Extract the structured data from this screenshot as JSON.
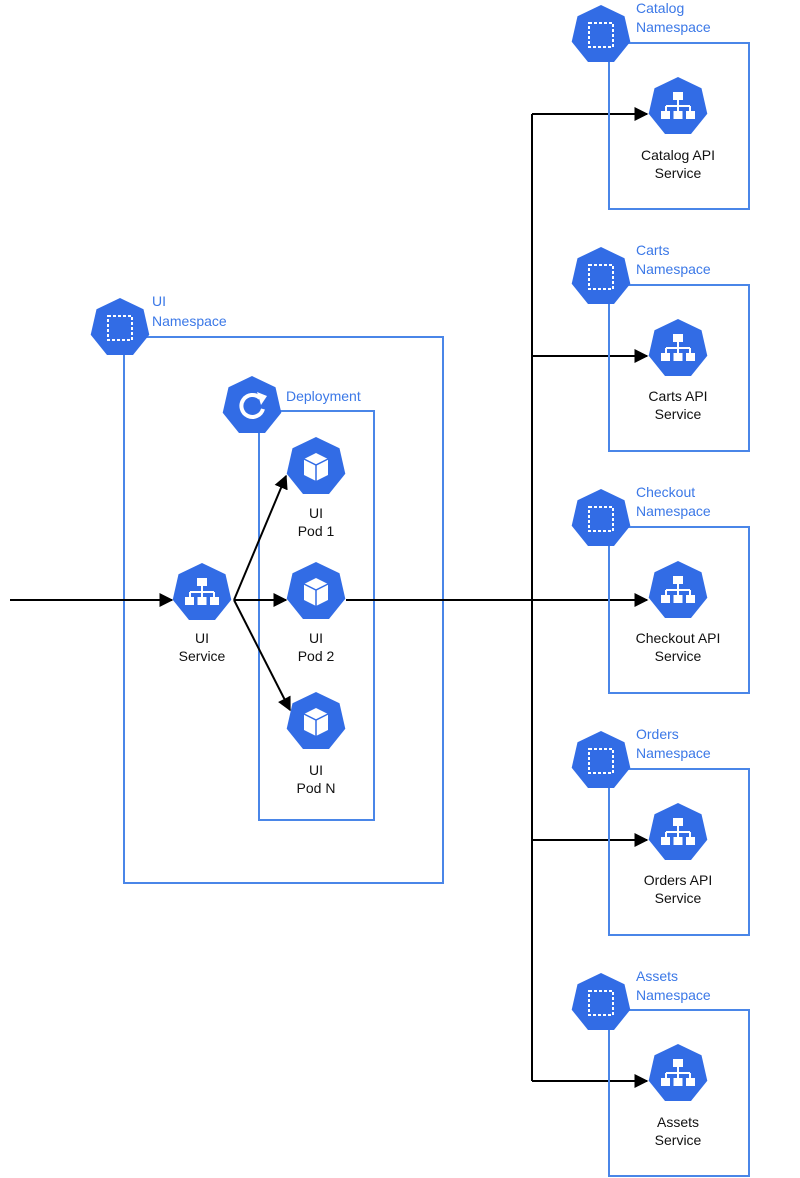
{
  "ui_namespace": {
    "label_lines": [
      "UI",
      "Namespace"
    ],
    "icon": "namespace-icon"
  },
  "deployment": {
    "label": "Deployment",
    "icon": "deployment-icon"
  },
  "ui_service": {
    "label_lines": [
      "UI",
      "Service"
    ],
    "icon": "service-icon"
  },
  "pods": [
    {
      "label_lines": [
        "UI",
        "Pod 1"
      ],
      "icon": "pod-icon"
    },
    {
      "label_lines": [
        "UI",
        "Pod 2"
      ],
      "icon": "pod-icon"
    },
    {
      "label_lines": [
        "UI",
        "Pod N"
      ],
      "icon": "pod-icon"
    }
  ],
  "backend_namespaces": [
    {
      "ns_lines": [
        "Catalog",
        "Namespace"
      ],
      "svc_lines": [
        "Catalog API",
        "Service"
      ]
    },
    {
      "ns_lines": [
        "Carts",
        "Namespace"
      ],
      "svc_lines": [
        "Carts API",
        "Service"
      ]
    },
    {
      "ns_lines": [
        "Checkout",
        "Namespace"
      ],
      "svc_lines": [
        "Checkout API",
        "Service"
      ]
    },
    {
      "ns_lines": [
        "Orders",
        "Namespace"
      ],
      "svc_lines": [
        "Orders API",
        "Service"
      ]
    },
    {
      "ns_lines": [
        "Assets",
        "Namespace"
      ],
      "svc_lines": [
        "Assets",
        "Service"
      ]
    }
  ],
  "colors": {
    "k8s_blue": "#326ce5",
    "box_border": "#4a86e8",
    "label_blue": "#3b78e7",
    "edge": "#000000"
  }
}
